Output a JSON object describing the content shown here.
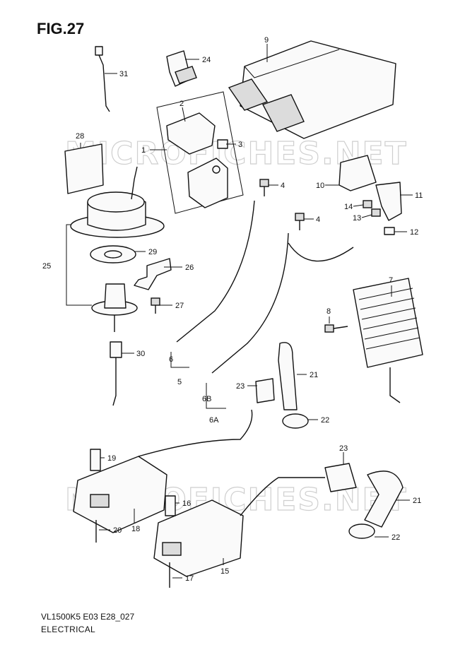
{
  "figure": {
    "title": "FIG.27"
  },
  "footer": {
    "code": "VL1500K5 E03 E28_027",
    "name": "ELECTRICAL"
  },
  "watermark": {
    "text": "MICROFICHES.NET"
  },
  "callouts": {
    "n1": "1",
    "n2": "2",
    "n3": "3",
    "n4a": "4",
    "n4b": "4",
    "n5": "5",
    "n6": "6",
    "n6a": "6A",
    "n6b": "6B",
    "n7": "7",
    "n8": "8",
    "n9": "9",
    "n10": "10",
    "n11": "11",
    "n12": "12",
    "n13": "13",
    "n14": "14",
    "n15": "15",
    "n16": "16",
    "n17": "17",
    "n18": "18",
    "n19": "19",
    "n20": "20",
    "n21a": "21",
    "n21b": "21",
    "n22a": "22",
    "n22b": "22",
    "n23a": "23",
    "n23b": "23",
    "n24": "24",
    "n25": "25",
    "n26": "26",
    "n27": "27",
    "n28": "28",
    "n29": "29",
    "n30": "30",
    "n31": "31"
  }
}
